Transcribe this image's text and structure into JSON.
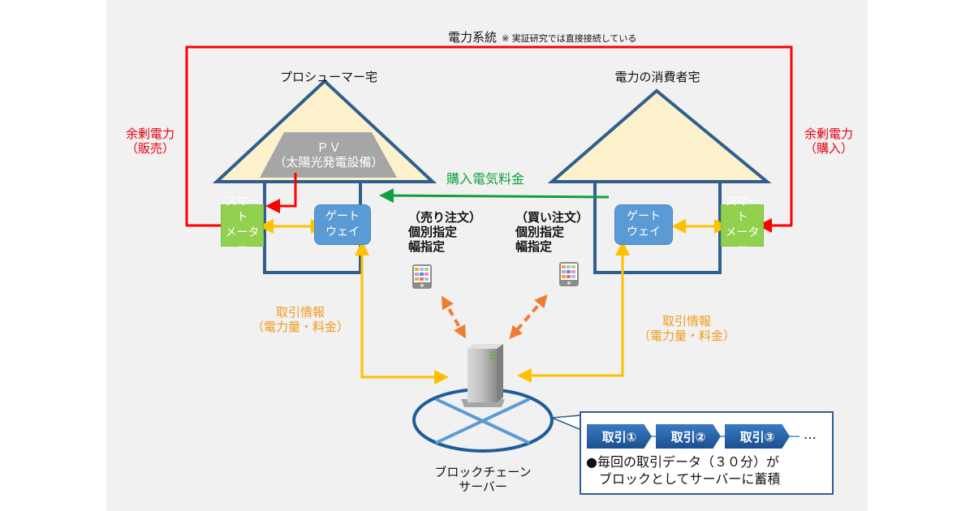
{
  "grid_title": {
    "main": "電力系統",
    "note": "※ 実証研究では直接接続している"
  },
  "prosumer": {
    "title": "プロシューマー宅",
    "pv_line1": "ＰＶ",
    "pv_line2": "（太陽光発電設備）",
    "meter_line1": "スマート",
    "meter_line2": "メーター",
    "gateway_line1": "ゲート",
    "gateway_line2": "ウェイ",
    "surplus_line1": "余剰電力",
    "surplus_line2": "（販売）",
    "order_line1": "（売り注文）",
    "order_line2": "個別指定",
    "order_line3": "幅指定",
    "trade_info_line1": "取引情報",
    "trade_info_line2": "（電力量・料金）"
  },
  "consumer": {
    "title": "電力の消費者宅",
    "meter_line1": "スマート",
    "meter_line2": "メーター",
    "gateway_line1": "ゲート",
    "gateway_line2": "ウェイ",
    "surplus_line1": "余剰電力",
    "surplus_line2": "（購入）",
    "order_line1": "（買い注文）",
    "order_line2": "個別指定",
    "order_line3": "幅指定",
    "trade_info_line1": "取引情報",
    "trade_info_line2": "（電力量・料金）"
  },
  "payment_label": "購入電気料金",
  "server": {
    "line1": "ブロックチェーン",
    "line2": "サーバー"
  },
  "callout": {
    "blocks": [
      "取引①",
      "取引②",
      "取引③"
    ],
    "ellipsis": "…",
    "text_line1": "●毎回の取引データ（３０分）が",
    "text_line2": "　ブロックとしてサーバーに蓄積"
  },
  "colors": {
    "grid_line": "#ff0000",
    "payment_arrow": "#10a040",
    "trade_info": "#ffc000",
    "order_arrow": "#ed7d31",
    "house_outline": "#2f5f8f",
    "roof_fill": "#fdf1cc",
    "pv_fill": "#a6a6a6",
    "meter_fill": "#92d050",
    "gateway_fill": "#5b9bd5"
  }
}
